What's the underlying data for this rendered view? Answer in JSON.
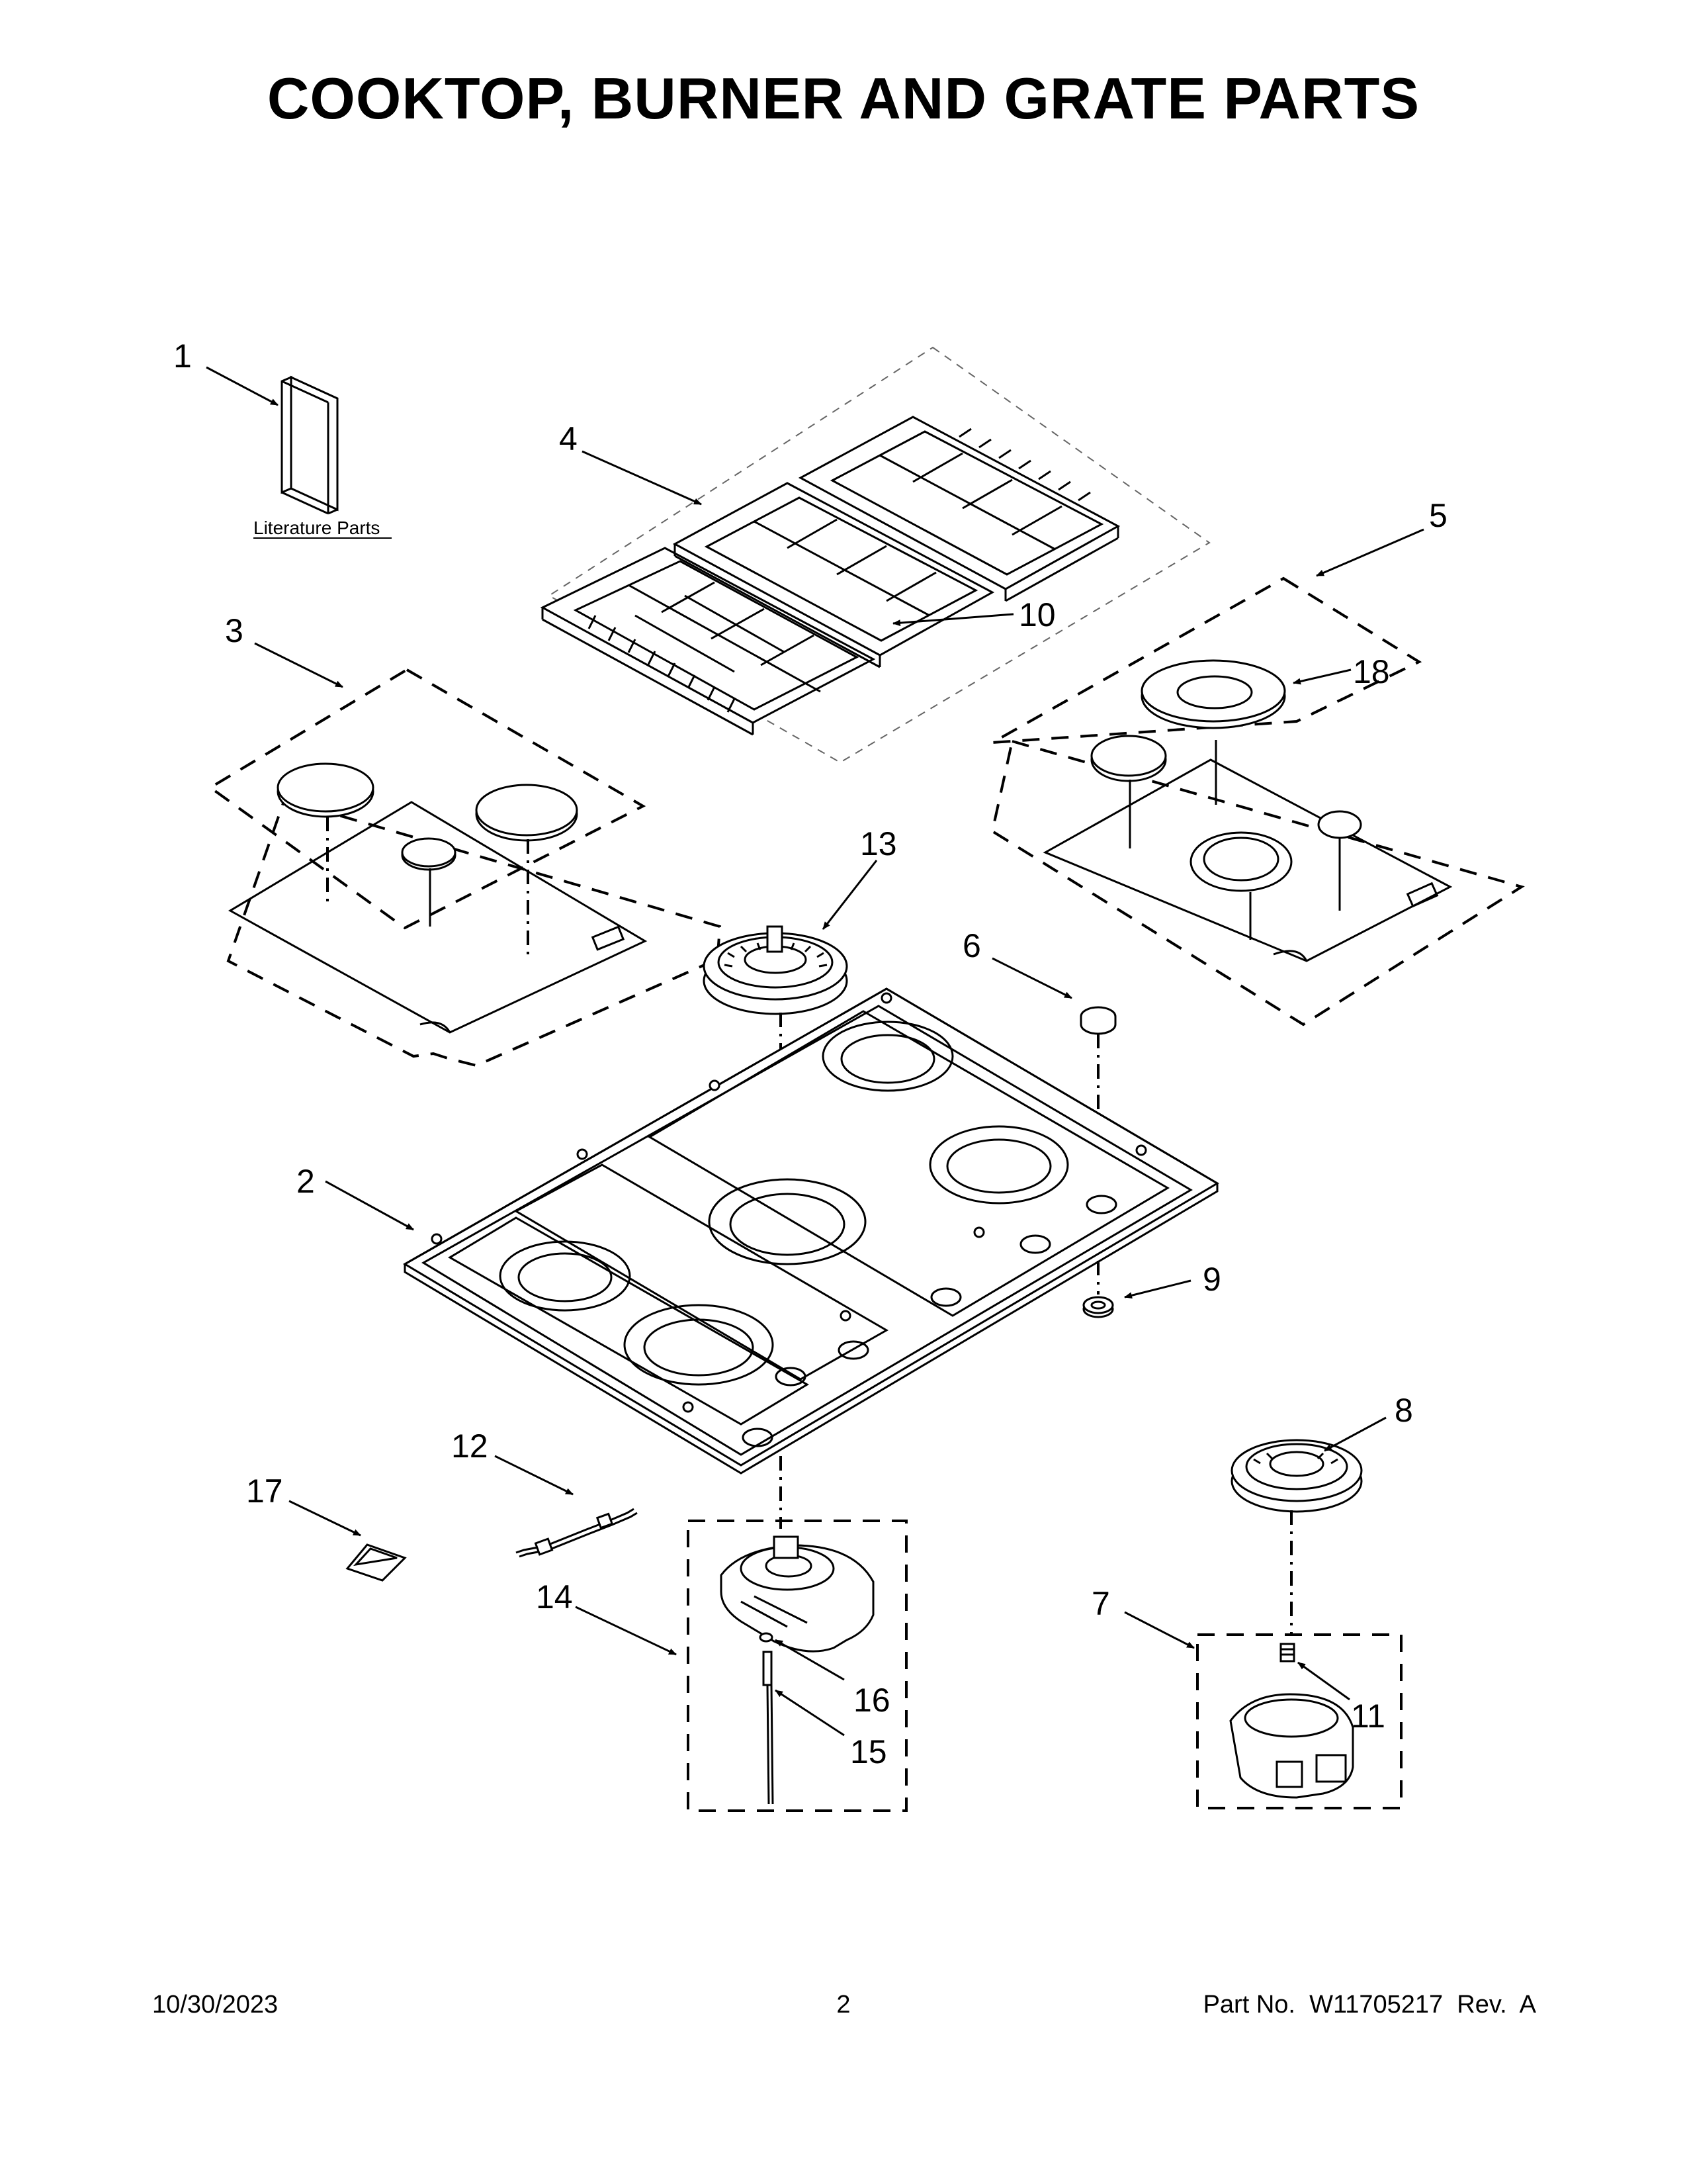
{
  "title": "COOKTOP, BURNER AND GRATE PARTS",
  "literature_label": "Literature Parts",
  "callouts": {
    "c1": "1",
    "c2": "2",
    "c3": "3",
    "c4": "4",
    "c5": "5",
    "c6": "6",
    "c7": "7",
    "c8": "8",
    "c9": "9",
    "c10": "10",
    "c11": "11",
    "c12": "12",
    "c13": "13",
    "c14": "14",
    "c15": "15",
    "c16": "16",
    "c17": "17",
    "c18": "18"
  },
  "footer": {
    "date": "10/30/2023",
    "page": "2",
    "part": "Part No.  W11705217  Rev.  A"
  }
}
